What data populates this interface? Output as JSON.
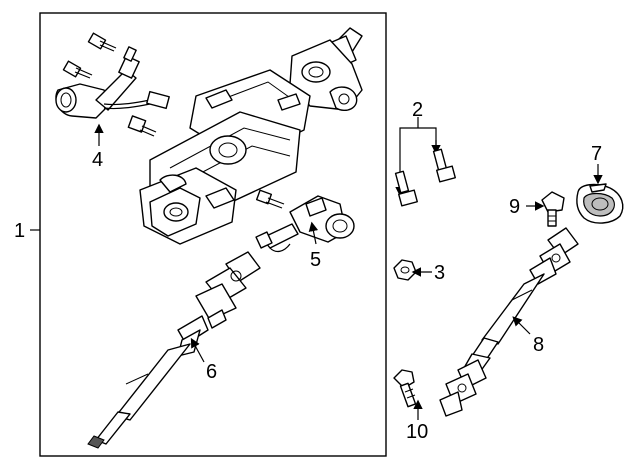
{
  "callouts": {
    "c1": "1",
    "c2": "2",
    "c3": "3",
    "c4": "4",
    "c5": "5",
    "c6": "6",
    "c7": "7",
    "c8": "8",
    "c9": "9",
    "c10": "10"
  },
  "colors": {
    "ink": "#000000",
    "background": "#ffffff",
    "shade": "#bdbdbd"
  }
}
